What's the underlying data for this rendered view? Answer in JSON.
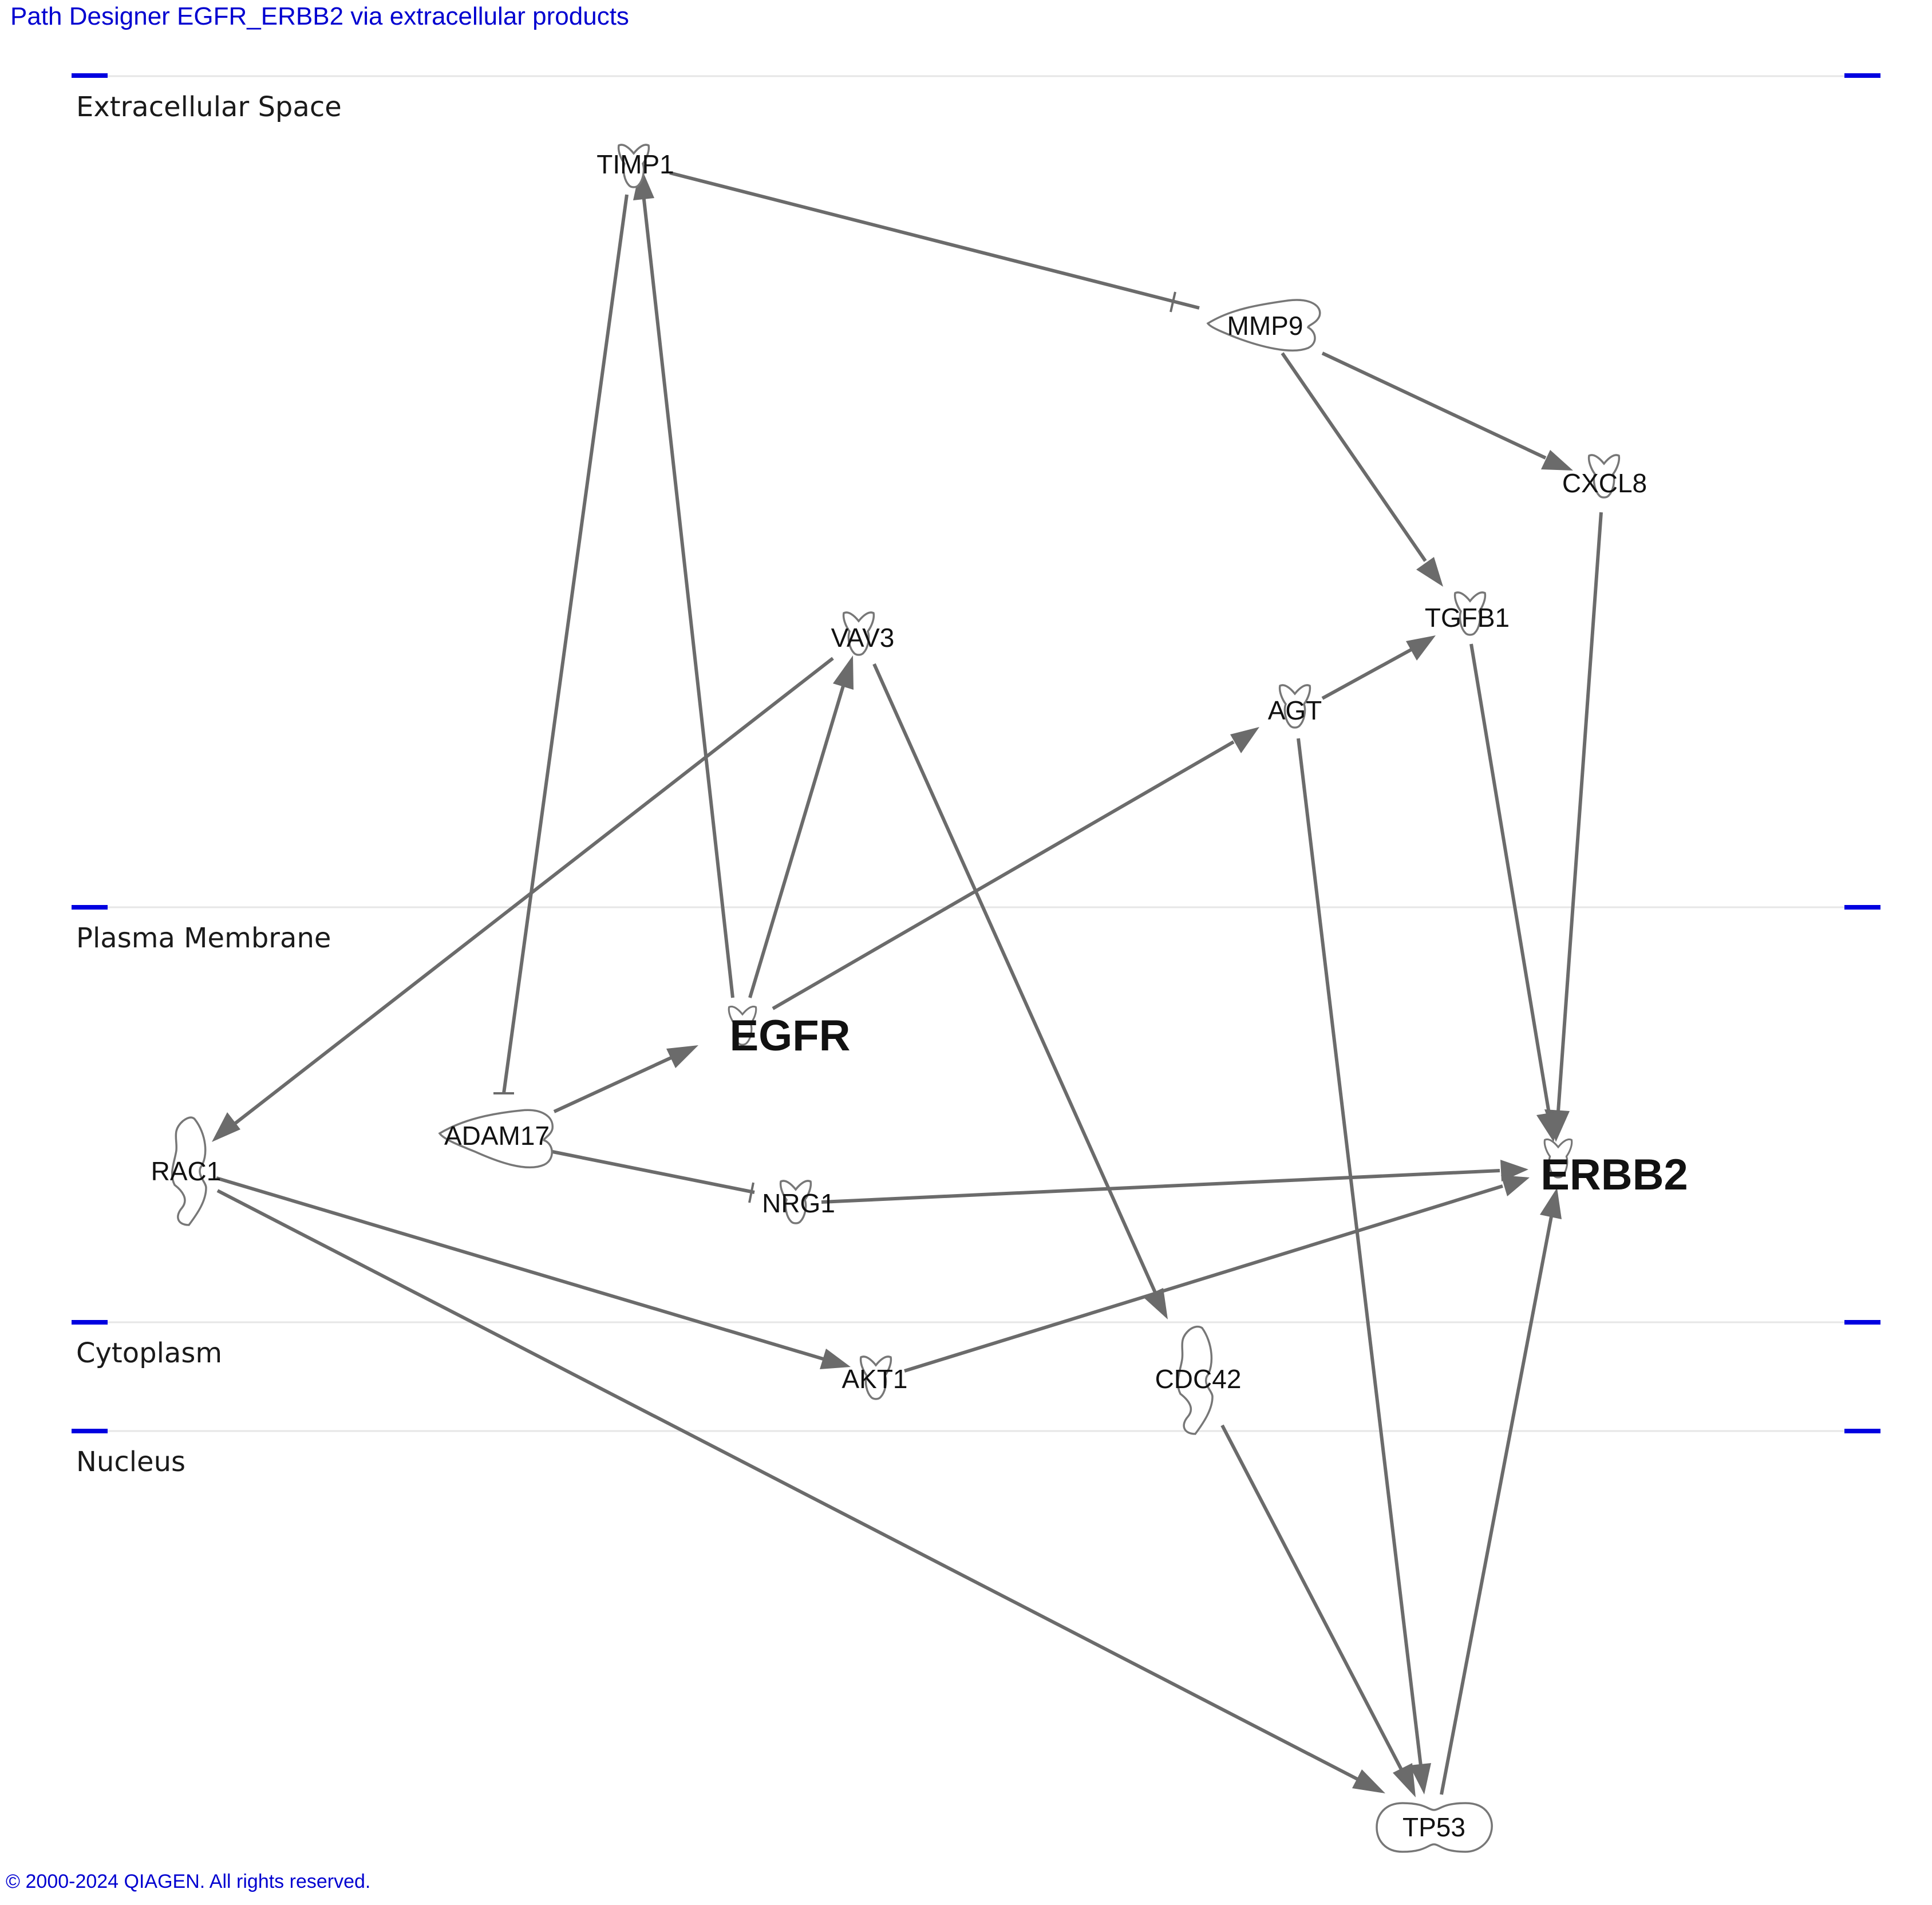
{
  "title": "Path Designer EGFR_ERBB2 via extracellular products",
  "copyright": "© 2000-2024 QIAGEN. All rights reserved.",
  "compartments": {
    "extracellular": "Extracellular Space",
    "plasma_membrane": "Plasma Membrane",
    "cytoplasm": "Cytoplasm",
    "nucleus": "Nucleus"
  },
  "nodes": {
    "TIMP1": "TIMP1",
    "MMP9": "MMP9",
    "CXCL8": "CXCL8",
    "TGFB1": "TGFB1",
    "VAV3": "VAV3",
    "AGT": "AGT",
    "EGFR": "EGFR",
    "ADAM17": "ADAM17",
    "RAC1": "RAC1",
    "NRG1": "NRG1",
    "ERBB2": "ERBB2",
    "AKT1": "AKT1",
    "CDC42": "CDC42",
    "TP53": "TP53"
  },
  "edges": [
    {
      "from": "TIMP1",
      "to": "MMP9",
      "type": "inhibition"
    },
    {
      "from": "TIMP1",
      "to": "ADAM17",
      "type": "inhibition"
    },
    {
      "from": "EGFR",
      "to": "TIMP1",
      "type": "activation"
    },
    {
      "from": "EGFR",
      "to": "VAV3",
      "type": "activation"
    },
    {
      "from": "EGFR",
      "to": "AGT",
      "type": "activation"
    },
    {
      "from": "MMP9",
      "to": "TGFB1",
      "type": "activation"
    },
    {
      "from": "MMP9",
      "to": "CXCL8",
      "type": "activation"
    },
    {
      "from": "CXCL8",
      "to": "ERBB2",
      "type": "activation"
    },
    {
      "from": "TGFB1",
      "to": "ERBB2",
      "type": "activation"
    },
    {
      "from": "AGT",
      "to": "TGFB1",
      "type": "activation"
    },
    {
      "from": "AGT",
      "to": "TP53",
      "type": "activation"
    },
    {
      "from": "VAV3",
      "to": "RAC1",
      "type": "activation"
    },
    {
      "from": "VAV3",
      "to": "CDC42",
      "type": "activation"
    },
    {
      "from": "ADAM17",
      "to": "EGFR",
      "type": "activation"
    },
    {
      "from": "ADAM17",
      "to": "NRG1",
      "type": "inhibition"
    },
    {
      "from": "NRG1",
      "to": "ERBB2",
      "type": "activation"
    },
    {
      "from": "RAC1",
      "to": "AKT1",
      "type": "activation"
    },
    {
      "from": "RAC1",
      "to": "TP53",
      "type": "activation"
    },
    {
      "from": "AKT1",
      "to": "ERBB2",
      "type": "activation"
    },
    {
      "from": "CDC42",
      "to": "TP53",
      "type": "activation"
    },
    {
      "from": "TP53",
      "to": "ERBB2",
      "type": "activation"
    }
  ]
}
